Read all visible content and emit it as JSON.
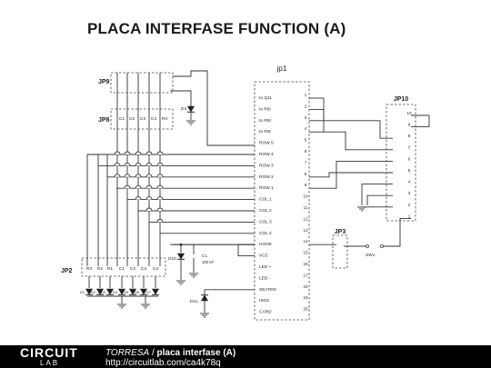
{
  "title": "PLACA INTERFASE FUNCTION (A)",
  "labels": {
    "jp1": "jp1",
    "jp9": "JP9",
    "jp8": "JP8",
    "jp2": "JP2",
    "jp10": "JP10",
    "jp3": "JP3",
    "d4": "D4",
    "d10": "D10",
    "d11": "D11",
    "c1": "C1",
    "c1_value": "100 nF",
    "sw1": "SW1"
  },
  "jp1_pins": [
    {
      "label": "to Q11",
      "num": "1"
    },
    {
      "label": "to RI0",
      "num": "2"
    },
    {
      "label": "to RI8",
      "num": "3"
    },
    {
      "label": "to RI5",
      "num": "4"
    },
    {
      "label": "ROW 5",
      "num": "5"
    },
    {
      "label": "ROW 4",
      "num": "6"
    },
    {
      "label": "ROW 3",
      "num": "7"
    },
    {
      "label": "ROW 2",
      "num": "8"
    },
    {
      "label": "ROW 1",
      "num": "9"
    },
    {
      "label": "COL 1",
      "num": "10"
    },
    {
      "label": "COL 2",
      "num": "11"
    },
    {
      "label": "COL 3",
      "num": "12"
    },
    {
      "label": "COL 4",
      "num": "13"
    },
    {
      "label": "HOOK",
      "num": "14"
    },
    {
      "label": "VCC",
      "num": "15"
    },
    {
      "label": "LED +",
      "num": "16"
    },
    {
      "label": "LED -",
      "num": "17"
    },
    {
      "label": "SEATED",
      "num": "18"
    },
    {
      "label": "ISO2",
      "num": "19"
    },
    {
      "label": "CARD",
      "num": "20"
    }
  ],
  "jp8_pins": [
    "C1",
    "C2",
    "C3",
    "C4",
    "R4"
  ],
  "jp2_pins": [
    "R3",
    "R2",
    "R1",
    "C1",
    "C2",
    "C3",
    "C4"
  ],
  "jp2_diodes": [
    "D1",
    "D2",
    "D3",
    "D4",
    "D5",
    "D6",
    "D7"
  ],
  "jp10_pins": [
    "10",
    "9",
    "8",
    "7",
    "6",
    "5",
    "4",
    "3",
    "2",
    "1"
  ],
  "footer": {
    "logo_line1": "CIRCUIT",
    "logo_line2": "LAB",
    "author": "TORRESA",
    "separator": " / ",
    "project": "placa interfase (A)",
    "url": "http://circuitlab.com/ca4k78q"
  }
}
